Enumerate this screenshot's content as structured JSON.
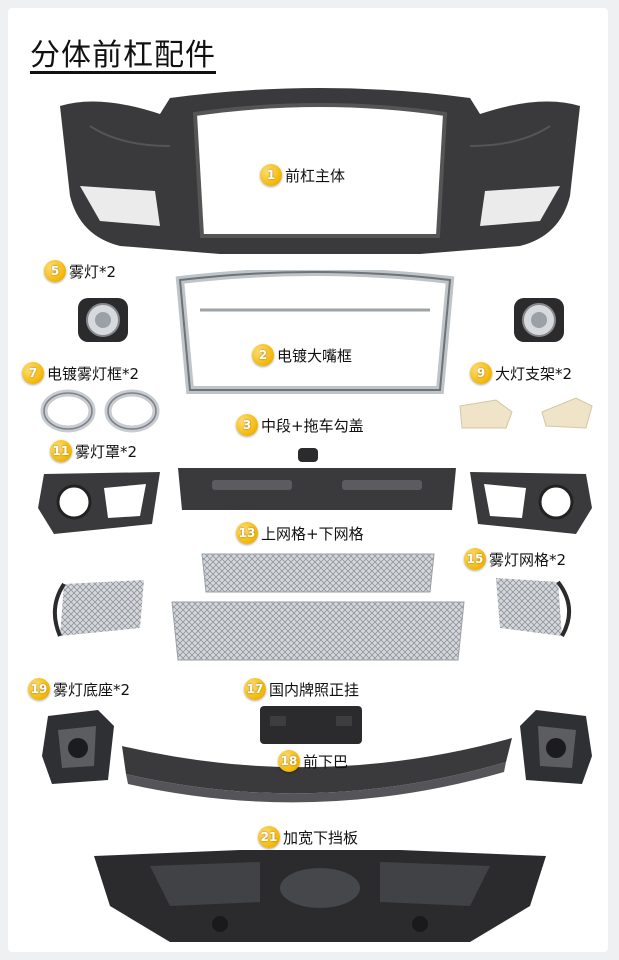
{
  "title": "分体前杠配件",
  "parts": {
    "bumper": {
      "num": "1",
      "label": "前杠主体"
    },
    "chrome_grille_frame": {
      "num": "2",
      "label": "电镀大嘴框"
    },
    "middle_tow_cover": {
      "num": "3",
      "label": "中段+拖车勾盖"
    },
    "fog_light": {
      "num": "5",
      "label": "雾灯*2"
    },
    "chrome_fog_frame": {
      "num": "7",
      "label": "电镀雾灯框*2"
    },
    "headlight_bracket": {
      "num": "9",
      "label": "大灯支架*2"
    },
    "fog_cover": {
      "num": "11",
      "label": "雾灯罩*2"
    },
    "mesh_grille": {
      "num": "13",
      "label": "上网格+下网格"
    },
    "fog_mesh": {
      "num": "15",
      "label": "雾灯网格*2"
    },
    "license_mount": {
      "num": "17",
      "label": "国内牌照正挂"
    },
    "front_lip": {
      "num": "18",
      "label": "前下巴"
    },
    "fog_base": {
      "num": "19",
      "label": "雾灯底座*2"
    },
    "skid_plate": {
      "num": "21",
      "label": "加宽下挡板"
    }
  },
  "colors": {
    "bumper": "#3a3a3c",
    "dark": "#2b2b2d",
    "chrome": "#c8ccd0",
    "mesh": "#bfc3c8",
    "bracket": "#efe3c8",
    "badge": "#f2b600"
  }
}
